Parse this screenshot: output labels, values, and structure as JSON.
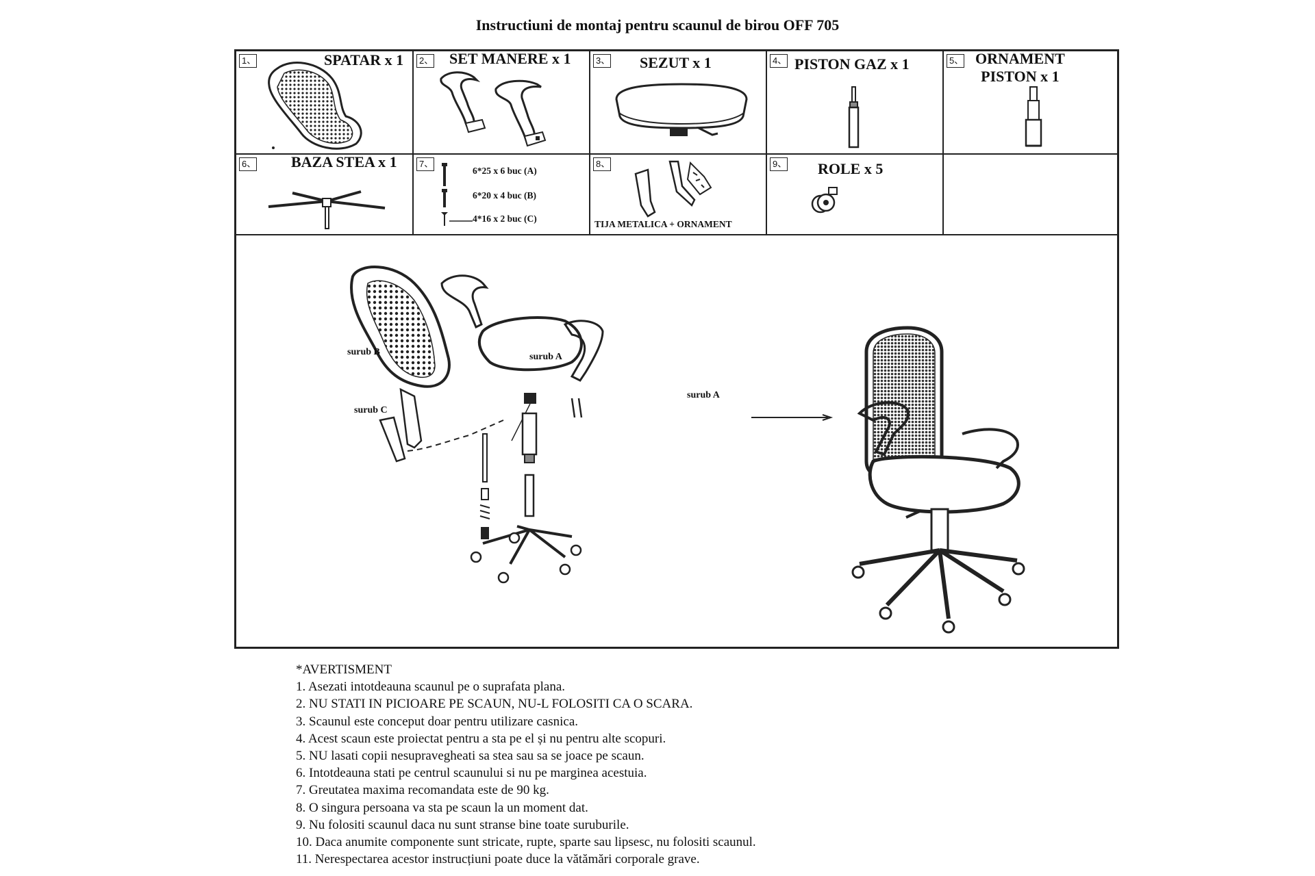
{
  "title": "Instructiuni de montaj pentru scaunul de birou OFF 705",
  "parts": [
    {
      "num": "1、",
      "label": "SPATAR x 1"
    },
    {
      "num": "2、",
      "label": "SET MANERE  x 1"
    },
    {
      "num": "3、",
      "label": "SEZUT x 1"
    },
    {
      "num": "4、",
      "label": "PISTON GAZ x 1"
    },
    {
      "num": "5、",
      "label_line1": "ORNAMENT",
      "label_line2": "PISTON x 1"
    },
    {
      "num": "6、",
      "label": "BAZA STEA x 1"
    },
    {
      "num": "7、",
      "screws": [
        "6*25 x 6 buc (A)",
        "6*20 x 4 buc (B)",
        "4*16 x 2 buc (C)"
      ]
    },
    {
      "num": "8、",
      "label": "TIJA METALICA + ORNAMENT"
    },
    {
      "num": "9、",
      "label": "ROLE x 5"
    }
  ],
  "diagram": {
    "screw_b": "surub B",
    "screw_c": "surub C",
    "screw_a_top": "surub A",
    "screw_a_right": "surub A"
  },
  "warnings": {
    "heading": "*AVERTISMENT",
    "items": [
      "1. Asezati intotdeauna scaunul pe o suprafata plana.",
      "2. NU STATI IN PICIOARE PE SCAUN, NU-L FOLOSITI CA O SCARA.",
      "3. Scaunul este conceput doar pentru utilizare casnica.",
      "4. Acest scaun este proiectat pentru a sta pe el și nu pentru alte scopuri.",
      "5. NU lasati copii nesupravegheati sa stea sau sa se joace pe scaun.",
      "6. Intotdeauna stati pe centrul scaunului si nu pe marginea acestuia.",
      "7. Greutatea maxima recomandata este de 90 kg.",
      "8. O singura persoana va sta pe scaun la un moment dat.",
      "9. Nu folositi scaunul daca nu sunt stranse bine toate suruburile.",
      "10. Daca anumite componente sunt stricate, rupte, sparte sau lipsesc, nu folositi scaunul.",
      "11. Nerespectarea acestor instrucțiuni poate duce la vătămări corporale grave."
    ]
  }
}
